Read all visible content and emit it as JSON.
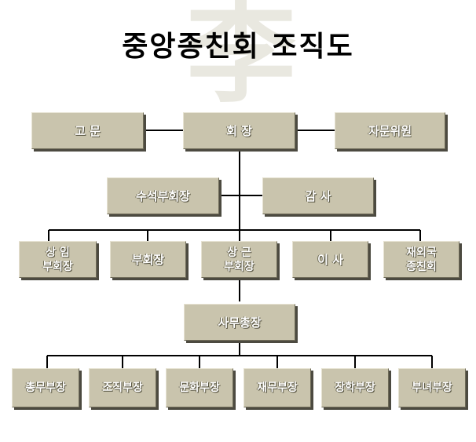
{
  "title": "중앙종친회 조직도",
  "watermark": "李",
  "nodes": {
    "advisor": "고 문",
    "president": "회 장",
    "consultants": "자문위원",
    "senior_vp": "수석부회장",
    "auditor": "감 사",
    "standing_vp": [
      "상 임",
      "부회장"
    ],
    "vp": "부회장",
    "resident_vp": [
      "상 근",
      "부회장"
    ],
    "directors": "이 사",
    "overseas": [
      "재외국",
      "종친회"
    ],
    "secretary_general": "사무총장",
    "departments": [
      "총무부장",
      "조직부장",
      "문화부장",
      "재무부장",
      "장학부장",
      "부녀부장"
    ]
  }
}
